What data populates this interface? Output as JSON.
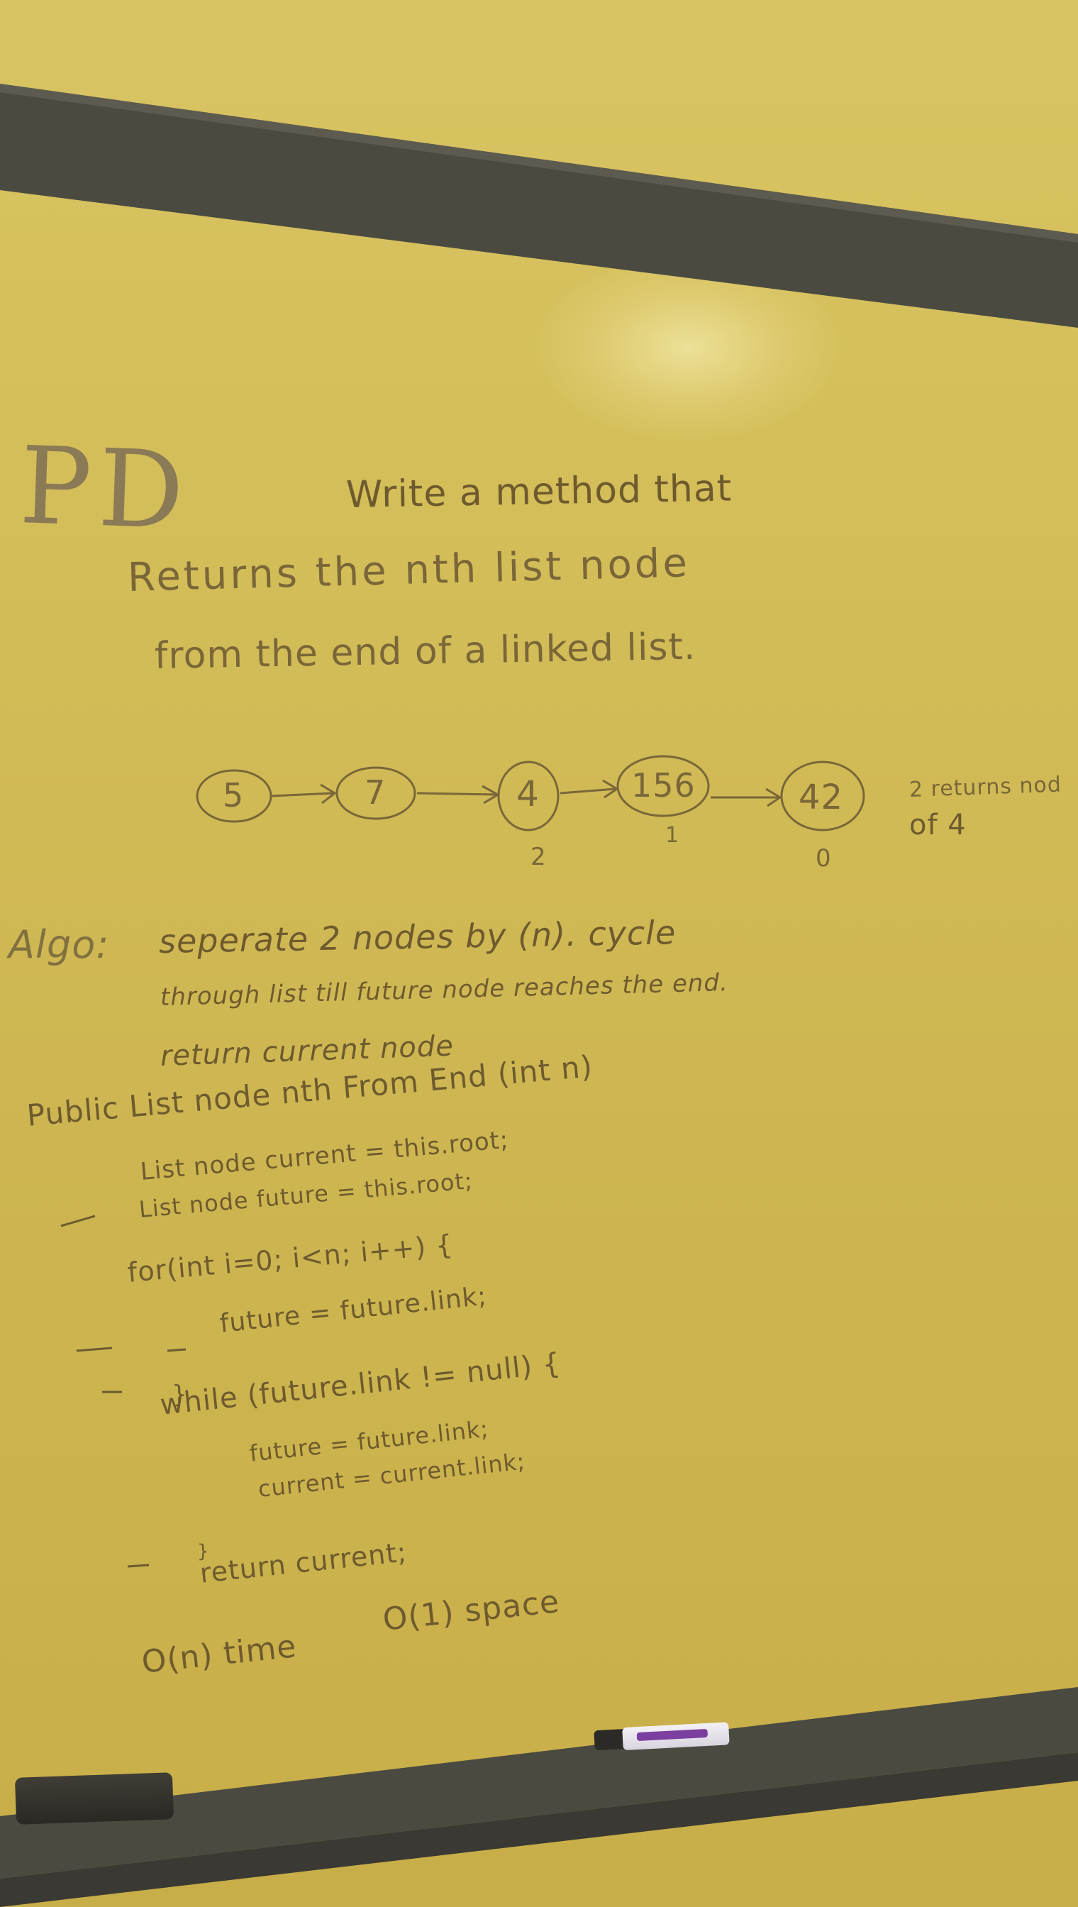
{
  "title": "PD",
  "prompt": {
    "line1": "Write a method that",
    "line2": "Returns the nth list node",
    "line3": "from the end of a linked list."
  },
  "diagram": {
    "nodes": [
      "5",
      "7",
      "4",
      "156",
      "42"
    ],
    "indices": [
      "2",
      "1",
      "0"
    ],
    "note_line1": "2 returns nod",
    "note_line2": "of 4"
  },
  "algo": {
    "label": "Algo:",
    "line1": "seperate 2 nodes by (n). cycle",
    "line2": "through list till future node reaches the end.",
    "line3": "return current node"
  },
  "code": {
    "signature": "Public  List node  nth From End (int n)",
    "line1": "List node  current = this.root;",
    "line2": "List node  future = this.root;",
    "line3": "for(int i=0; i<n; i++) {",
    "line4": "future = future.link;",
    "line5": "}",
    "line6": "while (future.link != null) {",
    "line7": "future = future.link;",
    "line8": "current = current.link;",
    "line9": "}",
    "line10": "return current;",
    "complexity_time": "O(n) time",
    "complexity_space": "O(1) space"
  },
  "colors": {
    "board": "#d3bd58",
    "frame": "#4a4940",
    "ink": "#6f5a2e"
  }
}
